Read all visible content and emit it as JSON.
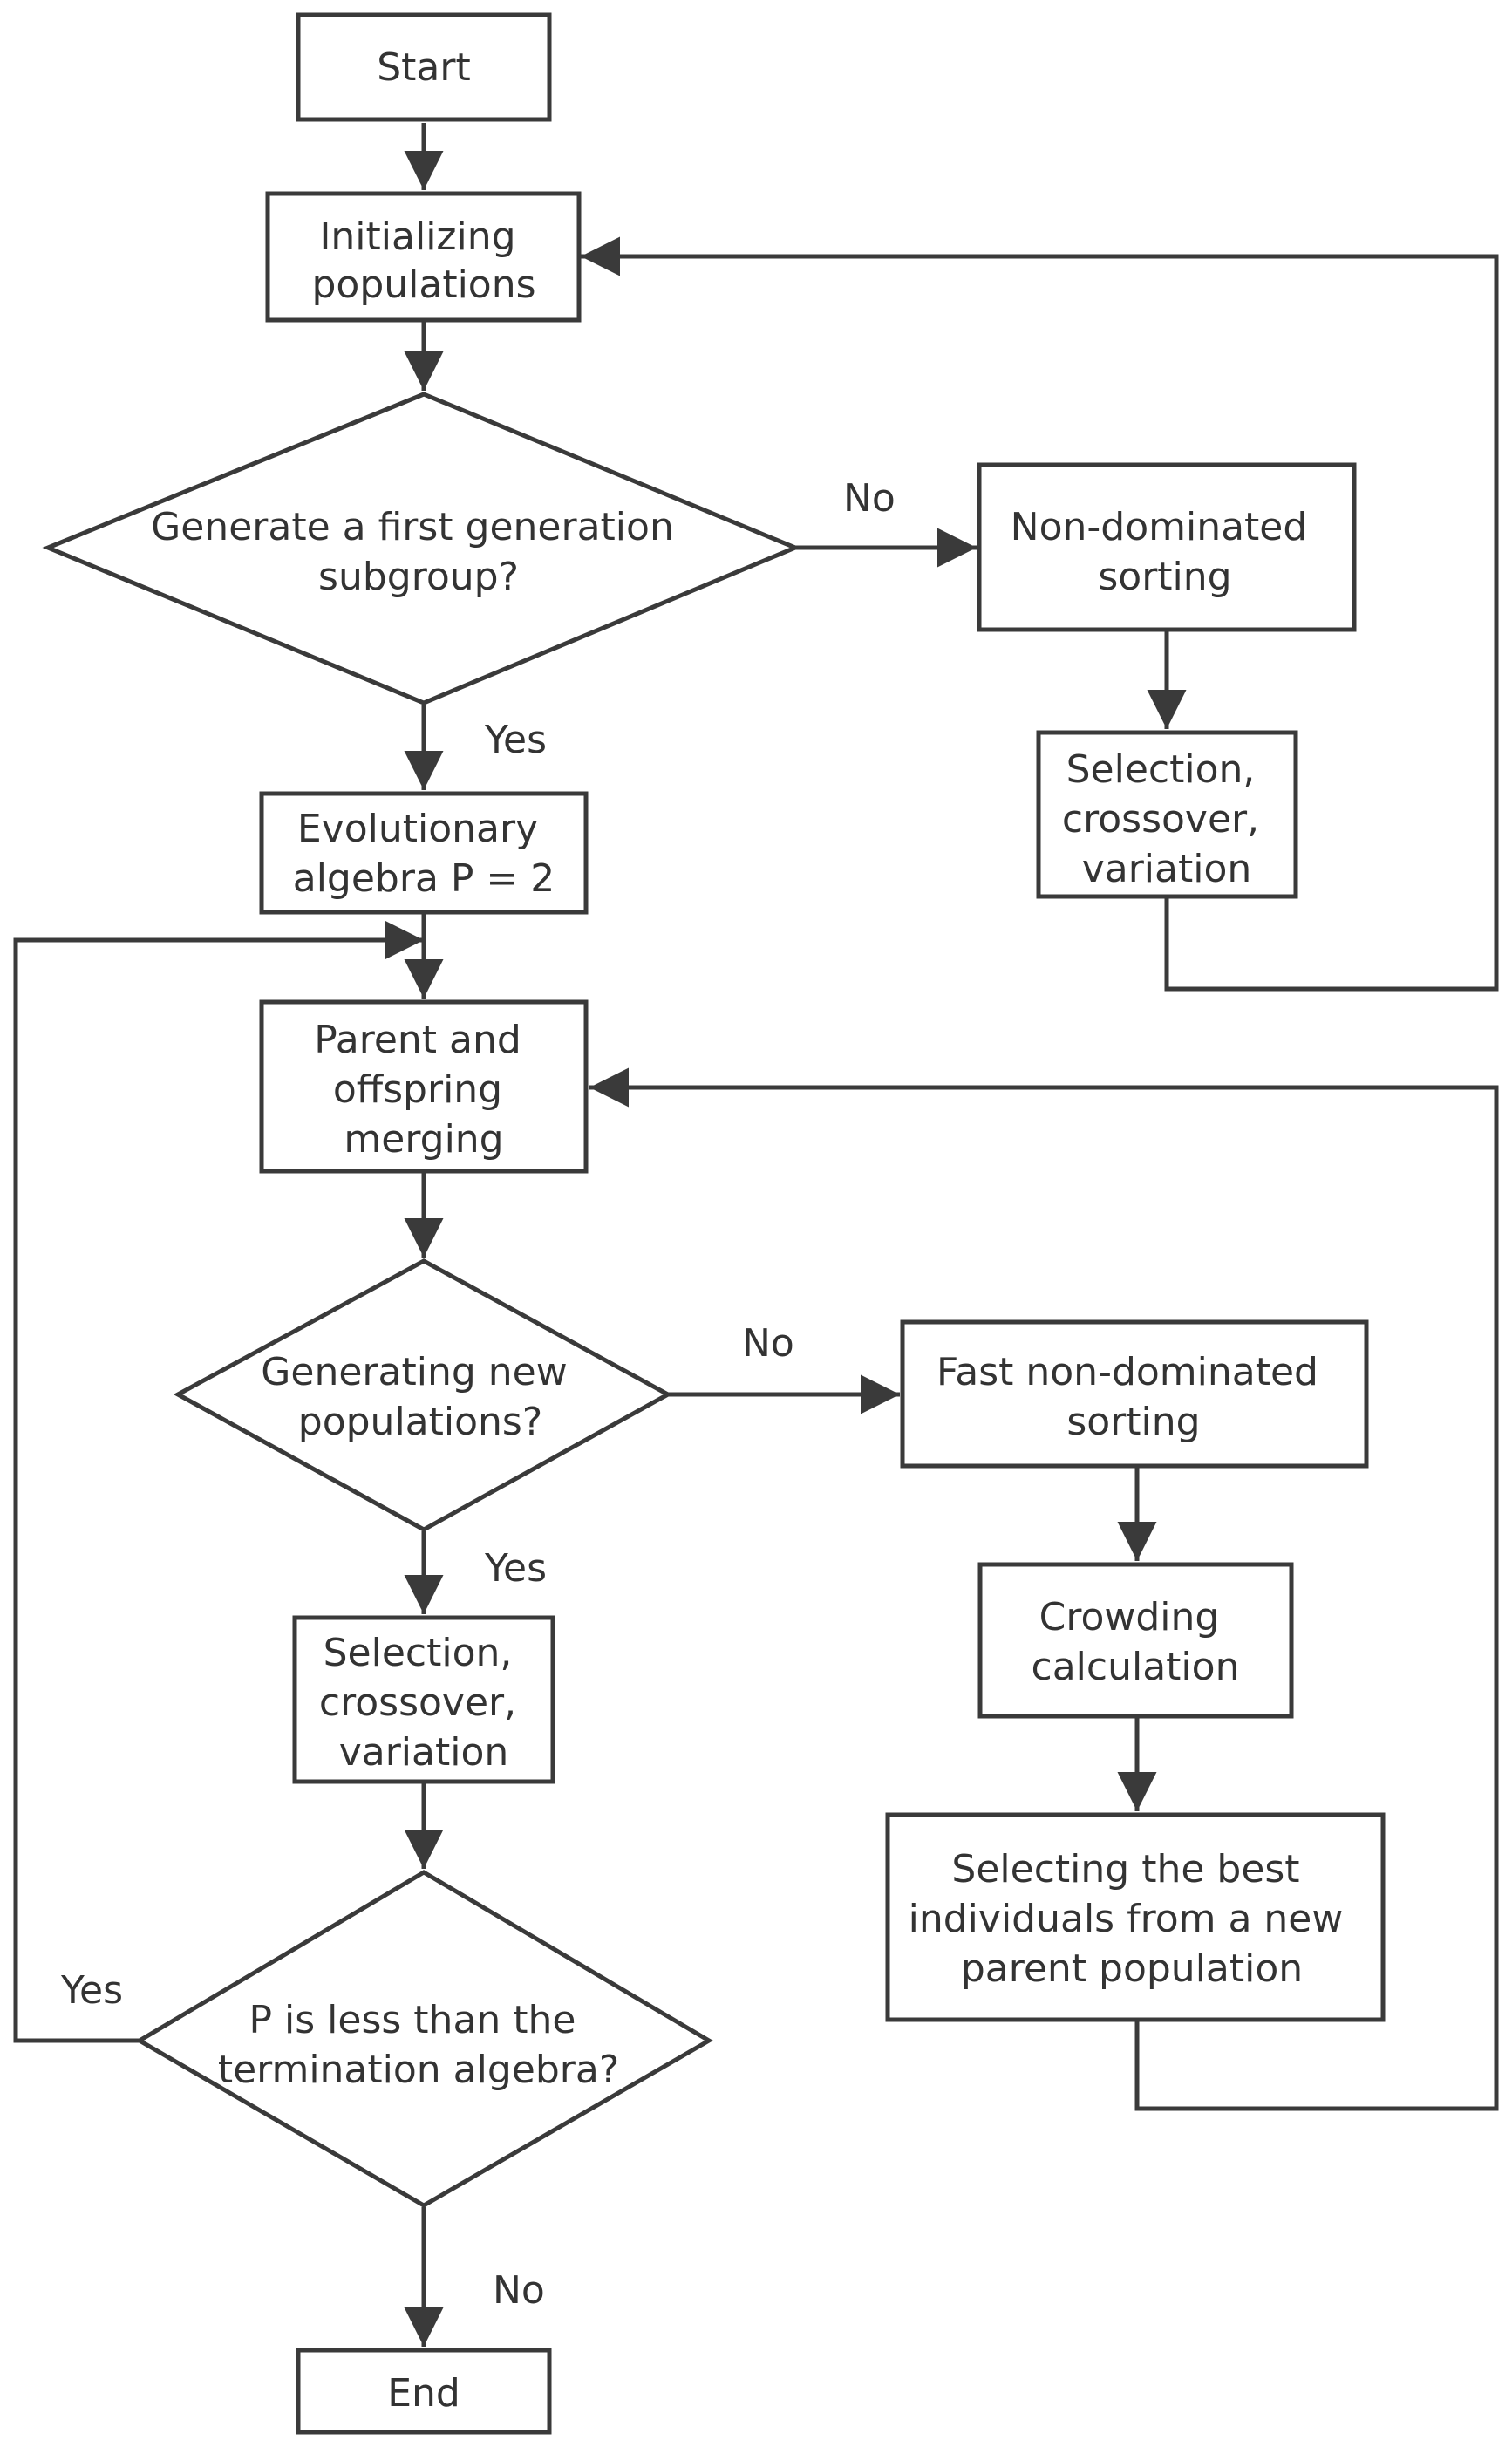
{
  "nodes": {
    "start": [
      "Start"
    ],
    "init": [
      "Initializing",
      "populations"
    ],
    "gen_first": [
      "Generate a first generation",
      "subgroup?"
    ],
    "nd_sort": [
      "Non-dominated",
      "sorting"
    ],
    "sel1": [
      "Selection,",
      "crossover,",
      "variation"
    ],
    "evo": [
      "Evolutionary",
      "algebra P = 2"
    ],
    "merge": [
      "Parent and",
      "offspring",
      "merging"
    ],
    "gen_new": [
      "Generating new",
      "populations?"
    ],
    "fast_nd": [
      "Fast non-dominated",
      "sorting"
    ],
    "crowd": [
      "Crowding",
      "calculation"
    ],
    "sel2": [
      "Selection,",
      "crossover,",
      "variation"
    ],
    "best": [
      "Selecting the best",
      "individuals from a new",
      "parent population"
    ],
    "p_less": [
      "P is less than the",
      "termination algebra?"
    ],
    "end": [
      "End"
    ]
  },
  "edge_labels": {
    "no1": "No",
    "yes1": "Yes",
    "no2": "No",
    "yes2": "Yes",
    "yes3": "Yes",
    "no3": "No"
  }
}
